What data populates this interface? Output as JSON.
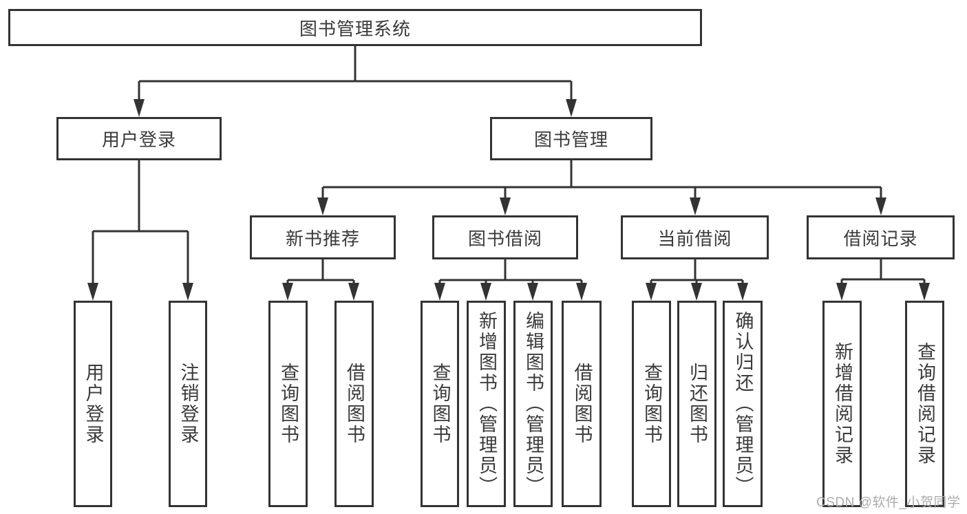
{
  "tree": {
    "label": "图书管理系统",
    "children": [
      {
        "label": "用户登录",
        "children": [
          {
            "label": "用户登录"
          },
          {
            "label": "注销登录"
          }
        ]
      },
      {
        "label": "图书管理",
        "children": [
          {
            "label": "新书推荐",
            "children": [
              {
                "label": "查询图书"
              },
              {
                "label": "借阅图书"
              }
            ]
          },
          {
            "label": "图书借阅",
            "children": [
              {
                "label": "查询图书"
              },
              {
                "label": "新增图书（管理员）"
              },
              {
                "label": "编辑图书（管理员）"
              },
              {
                "label": "借阅图书"
              }
            ]
          },
          {
            "label": "当前借阅",
            "children": [
              {
                "label": "查询图书"
              },
              {
                "label": "归还图书"
              },
              {
                "label": "确认归还（管理员）"
              }
            ]
          },
          {
            "label": "借阅记录",
            "children": [
              {
                "label": "新增借阅记录"
              },
              {
                "label": "查询借阅记录"
              }
            ]
          }
        ]
      }
    ]
  },
  "watermark": {
    "text": "CSDN @软件_小贺同学"
  },
  "colors": {
    "line": "#333333",
    "text": "#3a3a3a",
    "watermark": "#ababab",
    "background": "#ffffff"
  }
}
